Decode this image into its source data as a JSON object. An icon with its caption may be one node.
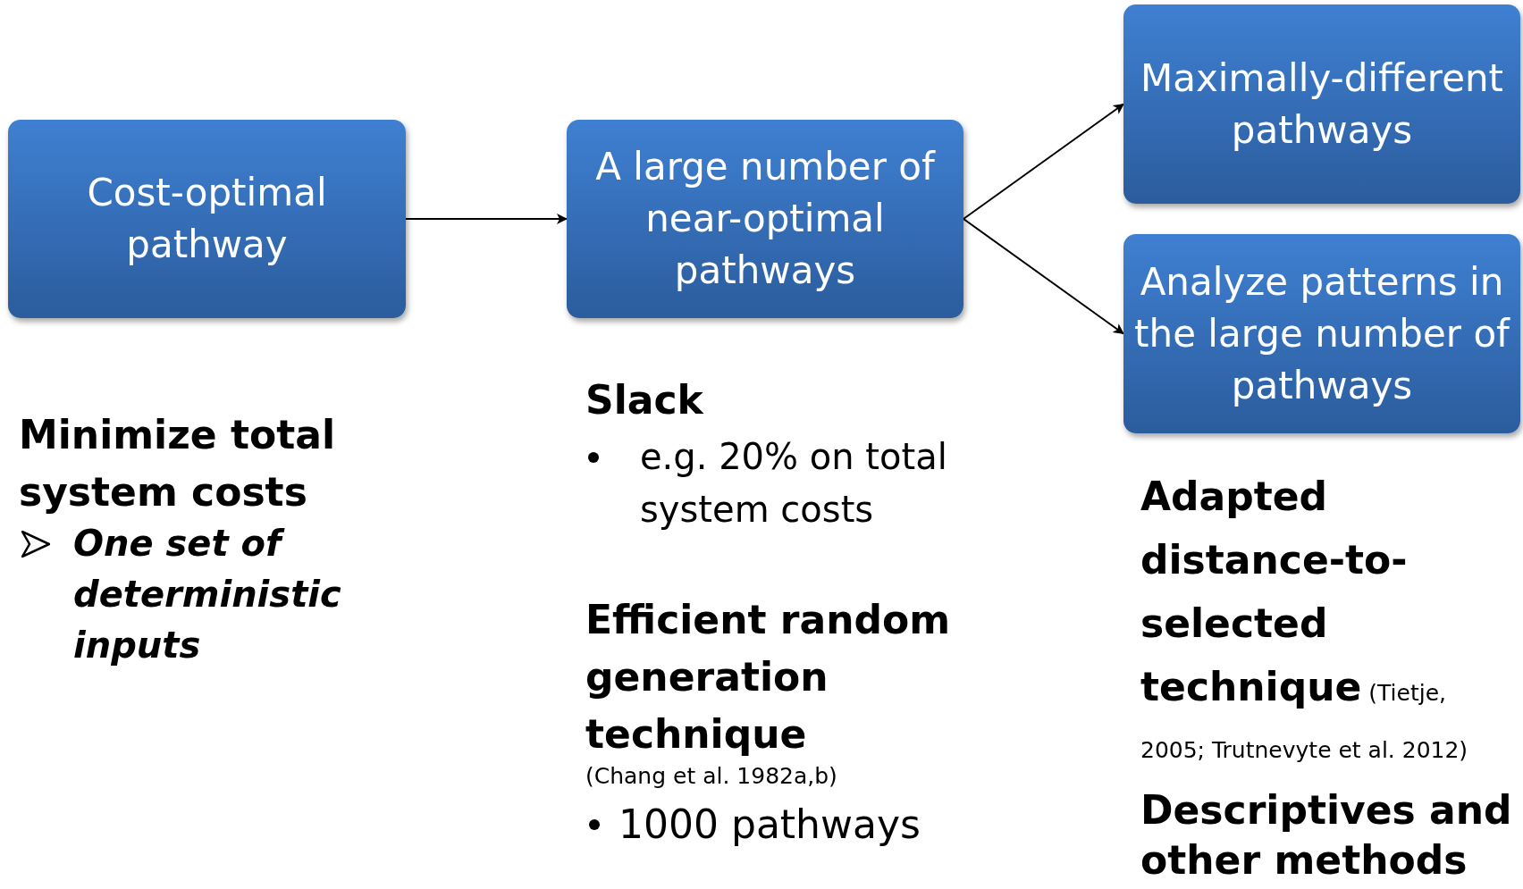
{
  "diagram": {
    "nodes": [
      {
        "text": [
          "Cost-optimal pathway"
        ]
      },
      {
        "text": [
          "A large number of near-optimal pathways"
        ]
      },
      {
        "text": [
          "Maximally-different pathways"
        ]
      },
      {
        "text": [
          "Analyze patterns in the large number of pathways"
        ]
      }
    ],
    "edges": [
      {
        "from": 0,
        "to": 1,
        "arrow": "to"
      },
      {
        "from": 1,
        "to": 2,
        "arrow": "to"
      },
      {
        "from": 1,
        "to": 3,
        "arrow": "to"
      }
    ],
    "labels": [
      "Minimize total system costs",
      "One set of deterministic inputs",
      "Slack",
      "e.g. 20% on total system costs",
      "Efficient random generation technique",
      "(Chang et al. 1982a,b)",
      "1000 pathways",
      "**Adapted distance-to-selected technique** (Tietje, 2005; Trutnevyte et al. 2012)",
      "Descriptives and other methods"
    ]
  }
}
